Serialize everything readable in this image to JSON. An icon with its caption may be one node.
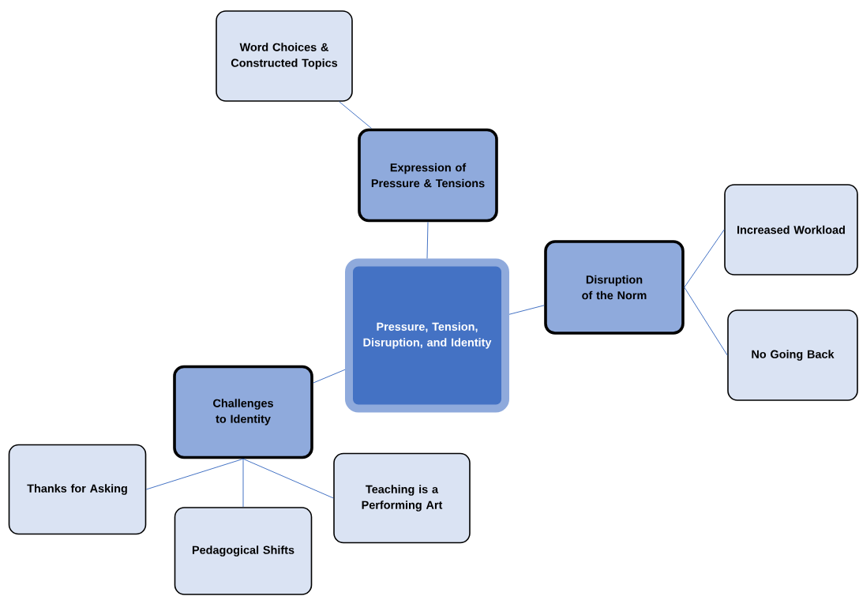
{
  "diagram": {
    "nodes": [
      {
        "text": [
          "Word Choices & Constructed Topics"
        ]
      },
      {
        "text": [
          "Expression of Pressure & Tensions"
        ]
      },
      {
        "text": [
          "Increased Workload"
        ]
      },
      {
        "text": [
          "Pressure, Tension, Disruption, and Identity"
        ]
      },
      {
        "text": [
          "Disruption of the Norm"
        ]
      },
      {
        "text": [
          "No Going Back"
        ]
      },
      {
        "text": [
          "Challenges to Identity"
        ]
      },
      {
        "text": [
          "Thanks for Asking"
        ]
      },
      {
        "text": [
          "Teaching is a Performing Art"
        ]
      },
      {
        "text": [
          "Pedagogical Shifts"
        ]
      }
    ],
    "edges": [
      {
        "from": 0,
        "to": 1,
        "arrow": "none"
      },
      {
        "from": 1,
        "to": 3,
        "arrow": "none"
      },
      {
        "from": 3,
        "to": 4,
        "arrow": "none"
      },
      {
        "from": 4,
        "to": 2,
        "arrow": "none"
      },
      {
        "from": 4,
        "to": 5,
        "arrow": "none"
      },
      {
        "from": 3,
        "to": 6,
        "arrow": "none"
      },
      {
        "from": 6,
        "to": 7,
        "arrow": "none"
      },
      {
        "from": 6,
        "to": 9,
        "arrow": "none"
      },
      {
        "from": 6,
        "to": 8,
        "arrow": "none"
      }
    ]
  }
}
